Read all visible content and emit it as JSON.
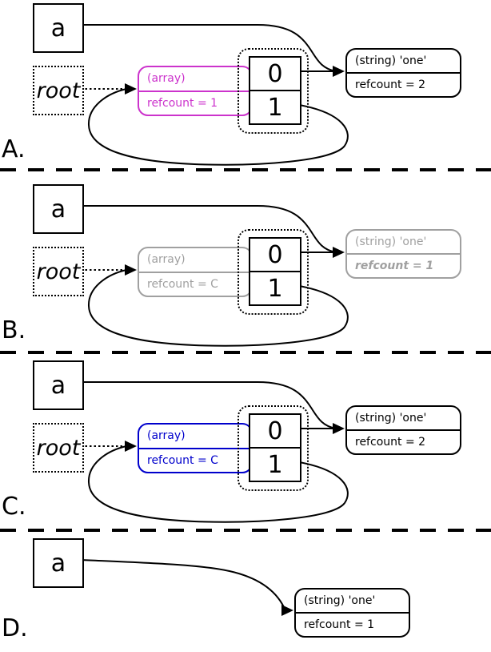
{
  "colors": {
    "highlight_panel_a_array": "#cc33cc",
    "faded_panel_b": "#a0a0a0",
    "highlight_panel_c_array": "#0000cc",
    "default_ink": "#000000",
    "background": "#ffffff"
  },
  "panels": [
    {
      "label": "A.",
      "var_label": "a",
      "root_label": "root",
      "array": {
        "type": "(array)",
        "refcount": "refcount = 1",
        "color": "#cc33cc"
      },
      "cells": [
        "0",
        "1"
      ],
      "string": {
        "type": "(string) 'one'",
        "refcount": "refcount = 2",
        "color": "#000000"
      }
    },
    {
      "label": "B.",
      "var_label": "a",
      "root_label": "root",
      "array": {
        "type": "(array)",
        "refcount": "refcount = C",
        "color": "#a0a0a0"
      },
      "cells": [
        "0",
        "1"
      ],
      "string": {
        "type": "(string) 'one'",
        "refcount": "refcount = 1",
        "color": "#a0a0a0",
        "refcount_style": "bold-italic"
      }
    },
    {
      "label": "C.",
      "var_label": "a",
      "root_label": "root",
      "array": {
        "type": "(array)",
        "refcount": "refcount = C",
        "color": "#0000cc"
      },
      "cells": [
        "0",
        "1"
      ],
      "string": {
        "type": "(string) 'one'",
        "refcount": "refcount = 2",
        "color": "#000000"
      }
    },
    {
      "label": "D.",
      "var_label": "a",
      "string": {
        "type": "(string) 'one'",
        "refcount": "refcount = 1",
        "color": "#000000"
      }
    }
  ]
}
